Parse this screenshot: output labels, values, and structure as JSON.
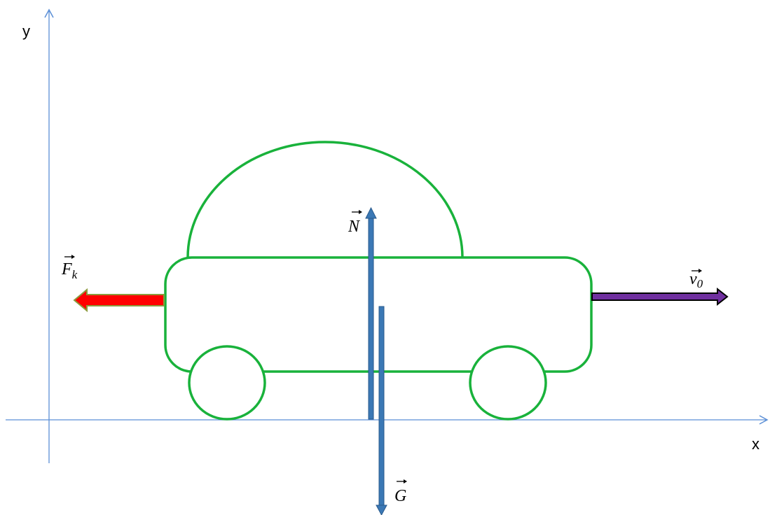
{
  "axes": {
    "x_label": "x",
    "y_label": "y"
  },
  "vectors": {
    "normal": {
      "symbol": "N",
      "color": "#3b78b5"
    },
    "gravity": {
      "symbol": "G",
      "color": "#3b78b5"
    },
    "friction": {
      "symbol": "F",
      "subscript": "k",
      "color": "#ff0000"
    },
    "velocity": {
      "symbol": "v",
      "subscript": "0",
      "color": "#7030a0"
    }
  },
  "colors": {
    "axis": "#5b8fd6",
    "car_outline": "#19b23b",
    "friction_border": "#8c9a3c",
    "velocity_border": "#000000"
  }
}
